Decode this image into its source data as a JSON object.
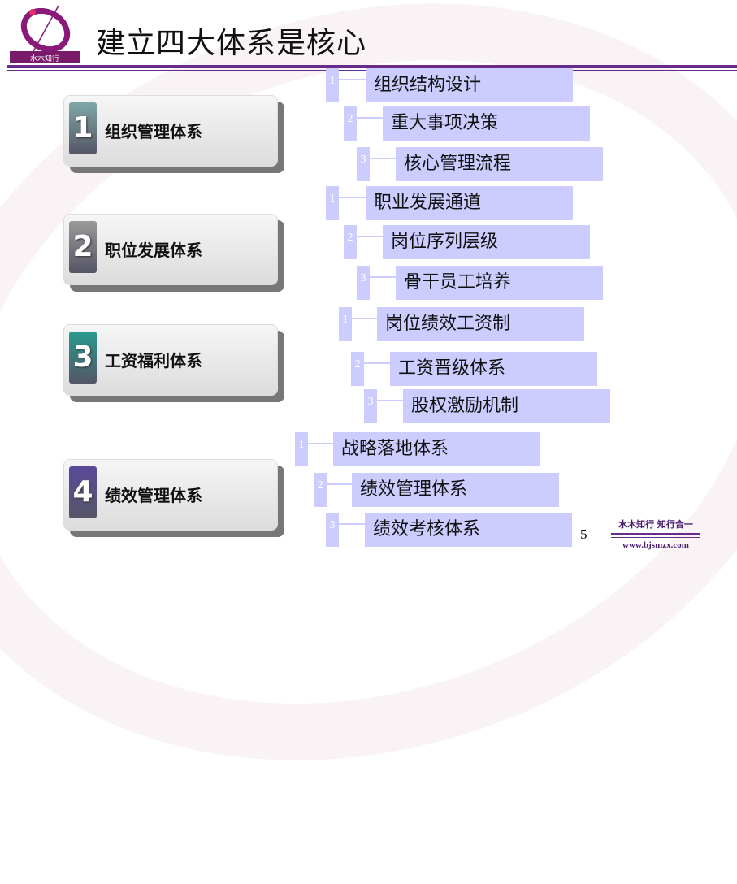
{
  "header": {
    "title": "建立四大体系是核心",
    "logo_text": "水木知行"
  },
  "categories": [
    {
      "num": "1",
      "label": "组织管理体系",
      "color": "#7fa8a8",
      "items": [
        "组织结构设计",
        "重大事项决策",
        "核心管理流程"
      ]
    },
    {
      "num": "2",
      "label": "职位发展体系",
      "color": "#9a9a9a",
      "items": [
        "职业发展通道",
        "岗位序列层级",
        "骨干员工培养"
      ]
    },
    {
      "num": "3",
      "label": "工资福利体系",
      "color": "#2a9a90",
      "items": [
        "岗位绩效工资制",
        "工资晋级体系",
        "股权激励机制"
      ]
    },
    {
      "num": "4",
      "label": "绩效管理体系",
      "color": "#5a4a9a",
      "items": [
        "战略落地体系",
        "绩效管理体系",
        "绩效考核体系"
      ]
    }
  ],
  "item_numbers": [
    "1",
    "2",
    "3"
  ],
  "footer": {
    "page": "5",
    "slogan": "水木知行 知行合一",
    "url": "www.bjsmzx.com"
  }
}
